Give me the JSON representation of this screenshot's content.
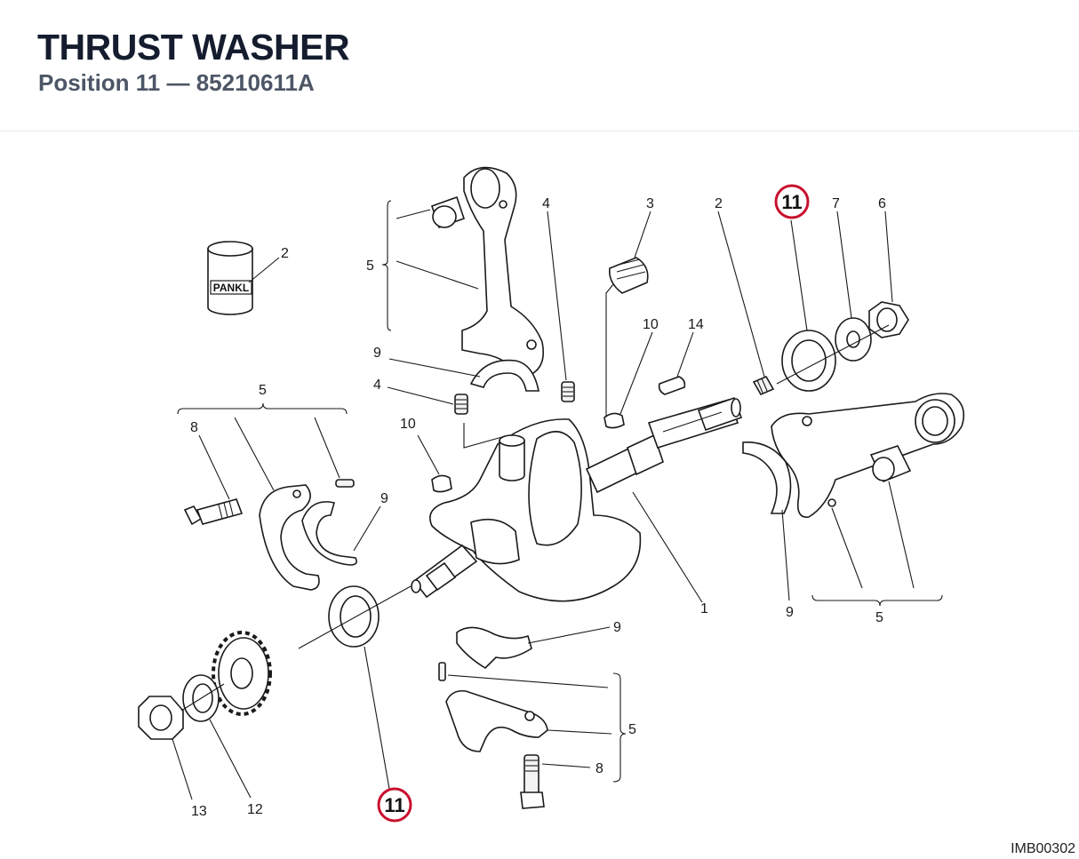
{
  "header": {
    "title": "THRUST WASHER",
    "subtitle": "Position 11 — 85210611A"
  },
  "footer": {
    "ref": "IMB00302"
  },
  "highlight": {
    "position": "11",
    "color": "#c8102e"
  },
  "diagram": {
    "brand_label": "PANKL",
    "callouts": {
      "pankl_2": "2",
      "rod_top_5": "5",
      "top_4": "4",
      "top_3": "3",
      "top_2": "2",
      "top_11": "11",
      "top_7": "7",
      "top_6": "6",
      "top_10": "10",
      "top_14": "14",
      "left_9": "9",
      "left_4": "4",
      "left_10": "10",
      "cap_5": "5",
      "cap_8": "8",
      "cap_9": "9",
      "crank_1": "1",
      "right_9": "9",
      "right_5": "5",
      "bottom_9": "9",
      "bottom_5": "5",
      "bottom_8": "8",
      "bottom_13": "13",
      "bottom_12": "12",
      "bottom_11": "11"
    }
  }
}
